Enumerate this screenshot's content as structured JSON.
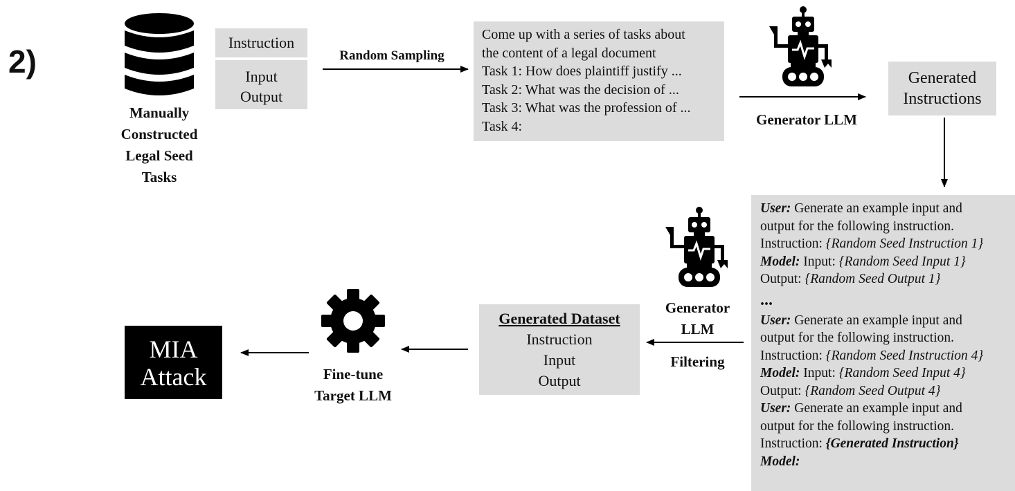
{
  "panel_label": "2)",
  "seed": {
    "box_top": "Instruction",
    "box_bottom_1": "Input",
    "box_bottom_2": "Output",
    "caption": [
      "Manually",
      "Constructed",
      "Legal Seed",
      "Tasks"
    ]
  },
  "random_sampling_label": "Random Sampling",
  "task_prompt": [
    "Come up with a series of tasks about",
    "the content of a legal document",
    "Task 1: How does plaintiff justify ...",
    "Task 2: What was the decision of ...",
    "Task 3: What was the profession of ...",
    "Task 4:"
  ],
  "generator_top_label": "Generator LLM",
  "generated_instructions": [
    "Generated",
    "Instructions"
  ],
  "generator_mid_label": [
    "Generator",
    "LLM"
  ],
  "filtering_label": "Filtering",
  "prompt_box": {
    "user_label": "User:",
    "model_label": "Model:",
    "request_1": "Generate an example input and",
    "request_2": "output for the following instruction.",
    "instruction_label": "Instruction:",
    "input_label": "Input:",
    "output_label": "Output:",
    "seed_instruction_1": "{Random Seed Instruction 1}",
    "seed_input_1": "{Random Seed Input 1}",
    "seed_output_1": "{Random Seed Output 1}",
    "ellipsis": "...",
    "seed_instruction_4": "{Random Seed Instruction 4}",
    "seed_input_4": "{Random Seed Input 4}",
    "seed_output_4": "{Random Seed Output 4}",
    "generated_instruction": "{Generated Instruction}"
  },
  "generated_dataset": {
    "title": "Generated Dataset",
    "rows": [
      "Instruction",
      "Input",
      "Output"
    ]
  },
  "finetune_caption": [
    "Fine-tune",
    "Target LLM"
  ],
  "mia_box": [
    "MIA",
    "Attack"
  ],
  "icons": [
    "database-icon",
    "robot-icon",
    "gear-icon"
  ]
}
